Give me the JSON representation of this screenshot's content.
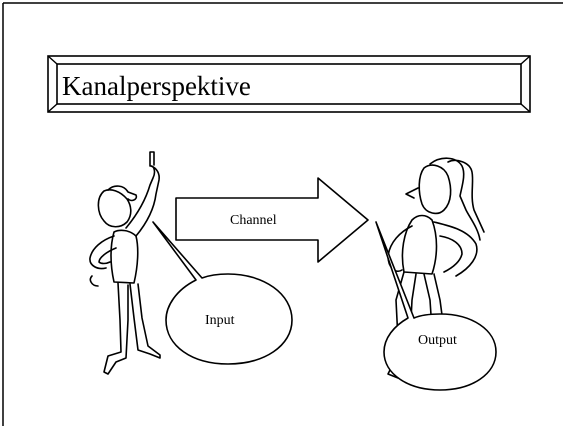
{
  "slide": {
    "title": "Kanalperspektive",
    "arrow_label": "Channel",
    "input_bubble": "Input",
    "output_bubble": "Output"
  }
}
